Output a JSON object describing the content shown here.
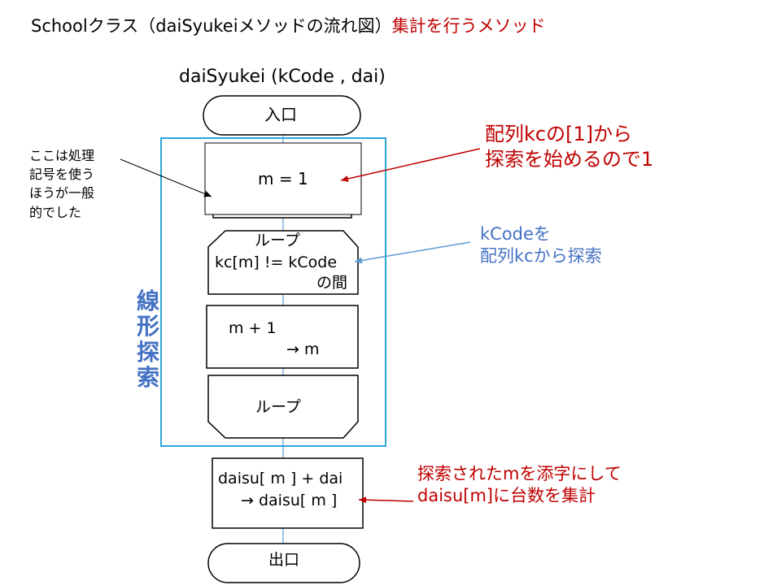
{
  "title": {
    "main": "Schoolクラス（daiSyukeiメソッドの流れ図）",
    "sub": "集計を行うメソッド"
  },
  "function_signature": "daiSyukei (kCode , dai)",
  "flow": {
    "start": "入口",
    "init": "m = 1",
    "loop_start_1": "ループ",
    "loop_start_2": "kc[m] != kCode",
    "loop_start_3": "の間",
    "increment_1": "m + 1",
    "increment_2": "→ m",
    "loop_end": "ループ",
    "aggregate_1": "daisu[ m ] + dai",
    "aggregate_2": "→ daisu[ m ]",
    "end": "出口"
  },
  "group_label": "線形探索",
  "annotations": {
    "left_note": [
      "ここは処理",
      "記号を使う",
      "ほうが一般",
      "的でした"
    ],
    "init_note": [
      "配列kcの[1]から",
      "探索を始めるので1"
    ],
    "loop_note": [
      "kCodeを",
      "配列kcから探索"
    ],
    "aggregate_note": [
      "探索されたmを添字にして",
      "daisu[m]に台数を集計"
    ]
  },
  "colors": {
    "red": "#c00000",
    "blue": "#4472c4",
    "cyan_frame": "#2ea6d8",
    "flow_line": "#9dc3e6"
  }
}
